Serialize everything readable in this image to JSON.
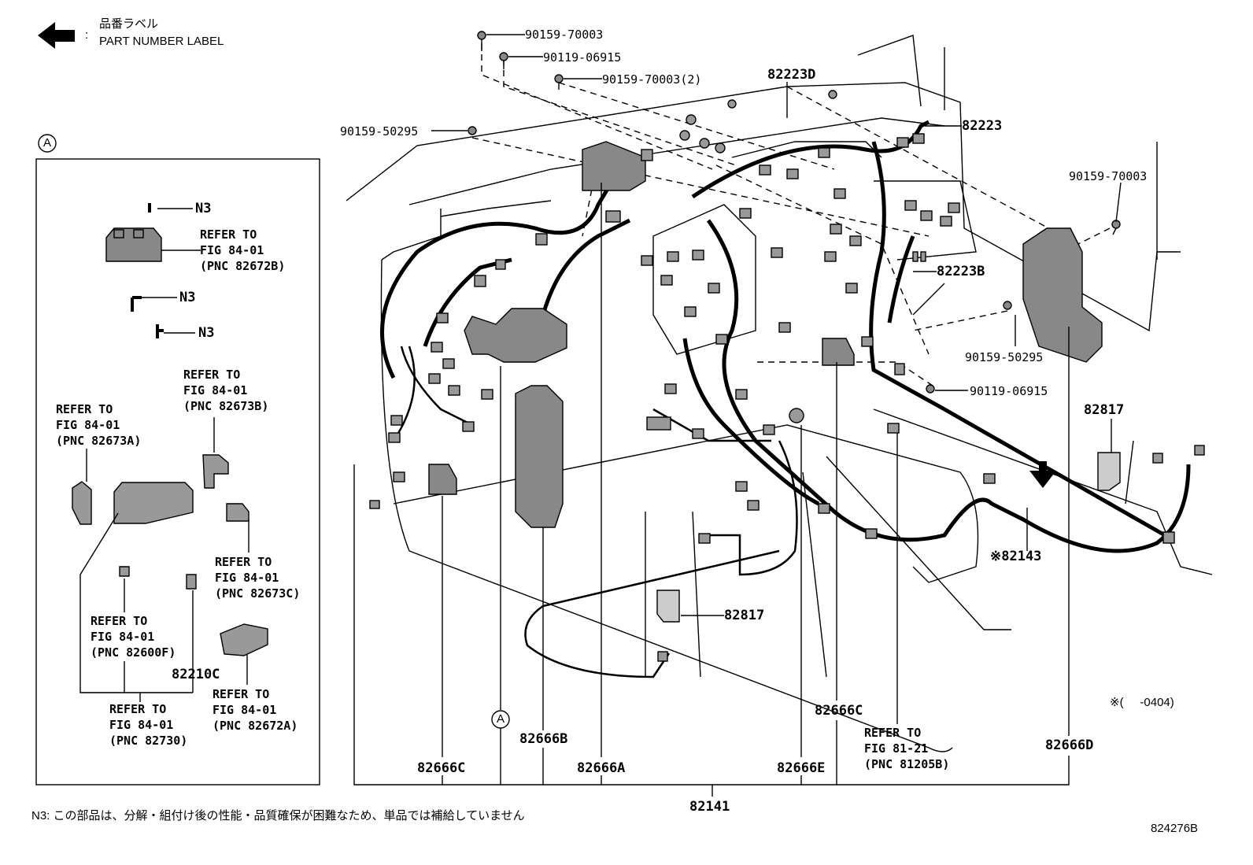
{
  "legend": {
    "label_jp": "品番ラベル",
    "label_en": "PART NUMBER LABEL",
    "colon": ":"
  },
  "inset": {
    "marker": "A",
    "n3": "N3",
    "refer_84_72b": [
      "REFER TO",
      "FIG 84-01",
      "(PNC 82672B)"
    ],
    "refer_84_73b": [
      "REFER TO",
      "FIG 84-01",
      "(PNC 82673B)"
    ],
    "refer_84_73a": [
      "REFER TO",
      "FIG 84-01",
      "(PNC 82673A)"
    ],
    "refer_84_73c": [
      "REFER TO",
      "FIG 84-01",
      "(PNC 82673C)"
    ],
    "refer_84_00f": [
      "REFER TO",
      "FIG 84-01",
      "(PNC 82600F)"
    ],
    "refer_84_730": [
      "REFER TO",
      "FIG 84-01",
      "(PNC 82730)"
    ],
    "refer_84_72a": [
      "REFER TO",
      "FIG 84-01",
      "(PNC 82672A)"
    ],
    "part_82210c": "82210C"
  },
  "parts": {
    "p90159_70003_top": "90159-70003",
    "p90119_06915_top": "90119-06915",
    "p90159_70003_2": "90159-70003(2)",
    "p90159_50295_left": "90159-50295",
    "p82223d": "82223D",
    "p82223": "82223",
    "p90159_70003_right": "90159-70003",
    "p82223b": "82223B",
    "p90159_50295_right": "90159-50295",
    "p90119_06915_right": "90119-06915",
    "p82817_right": "82817",
    "p82143": "※82143",
    "p82817_mid": "82817",
    "p82666c_right": "82666C",
    "p82666c_left": "82666C",
    "p82666b": "82666B",
    "p82666a": "82666A",
    "p82666e": "82666E",
    "p82666d": "82666D",
    "p82141": "82141",
    "marker_a": "A",
    "refer_81_21": [
      "REFER TO",
      "FIG 81-21",
      "(PNC 81205B)"
    ]
  },
  "notes": {
    "date_note": "※(     -0404)",
    "n3_note": "N3: この部品は、分解・組付け後の性能・品質確保が困難なため、単品では補給していません",
    "figure_id": "824276B"
  }
}
